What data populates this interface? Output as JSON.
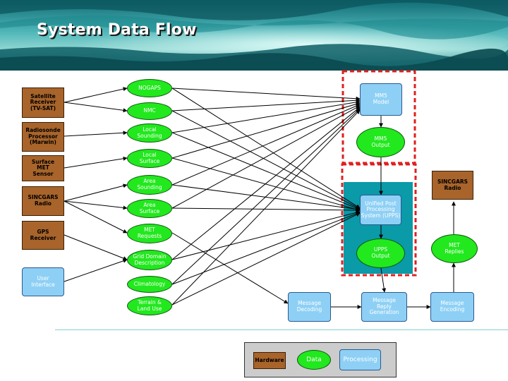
{
  "title": "System Data Flow",
  "colors": {
    "hardware": "#a8642a",
    "data": "#22e81e",
    "processing": "#8ed0f5",
    "highlight_border": "#e02020",
    "upps_fill": "#0a9aa8"
  },
  "hardware": {
    "satellite_receiver": "Satellite\nReceiver\n(TV-SAT)",
    "radiosonde_processor": "Radiosonde\nProcessor\n(Marwin)",
    "surface_met_sensor": "Surface\nMET\nSensor",
    "sincgars_radio_left": "SINCGARS\nRadio",
    "gps_receiver": "GPS\nReceiver",
    "sincgars_radio_right": "SINCGARS\nRadio"
  },
  "data_nodes": {
    "nogaps": "NOGAPS",
    "nmc": "NMC",
    "local_sounding": "Local\nSounding",
    "local_surface": "Local\nSurface",
    "area_sounding": "Area\nSounding",
    "area_surface": "Area\nSurface",
    "met_requests": "MET\nRequests",
    "grid_domain_description": "Grid Domain\nDescription",
    "climatology": "Climatology",
    "terrain_land_use": "Terrain &\nLand Use",
    "mm5_output": "MM5\nOutput",
    "upps_output": "UPPS\nOutput",
    "met_replies": "MET\nReplies"
  },
  "processing": {
    "user_interface": "User\nInterface",
    "mm5_model": "MM5\nModel",
    "upps": "Unified Post\nProcessing\nSystem (UPPS)",
    "message_decoding": "Message\nDecoding",
    "message_reply_generation": "Message\nReply\nGeneration",
    "message_encoding": "Message\nEncoding"
  },
  "legend": {
    "hardware": "Hardware",
    "data": "Data",
    "processing": "Processing"
  }
}
